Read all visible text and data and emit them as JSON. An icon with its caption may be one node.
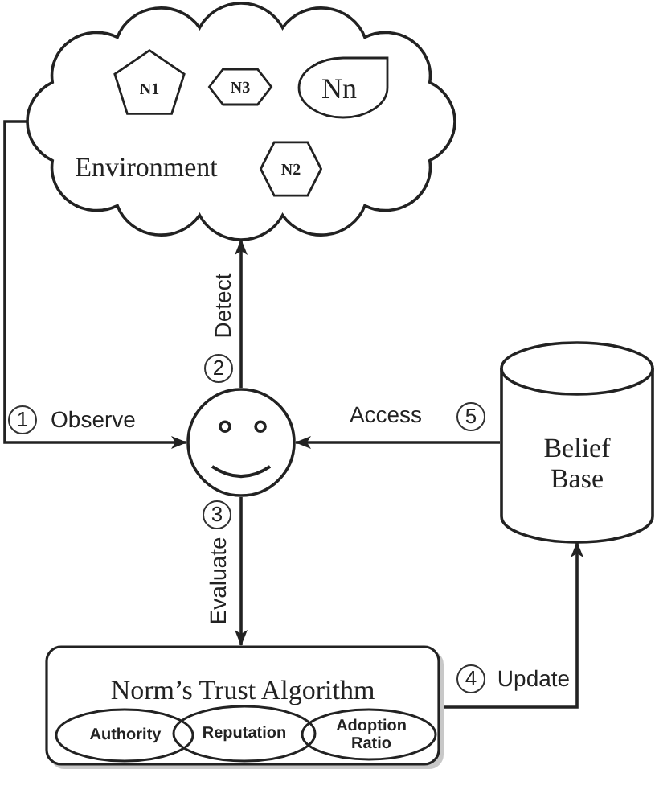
{
  "diagram": {
    "nodes": [
      {
        "text": [
          "Environment"
        ]
      },
      {
        "text": [
          "N1"
        ],
        "in": 0
      },
      {
        "text": [
          "N3"
        ],
        "in": 0
      },
      {
        "text": [
          "Nn"
        ],
        "in": 0
      },
      {
        "text": [
          "N2"
        ],
        "in": 0
      },
      {
        "text": [],
        "shape": "picture"
      },
      {
        "text": [
          "Belief Base"
        ]
      },
      {
        "text": [
          "Norm’s Trust Algorithm"
        ]
      },
      {
        "text": [
          "Authority"
        ],
        "in": 7
      },
      {
        "text": [
          "Reputation"
        ],
        "in": 7
      },
      {
        "text": [
          "Adoption Ratio"
        ],
        "in": 7
      }
    ],
    "edges": [
      {
        "from": 0,
        "to": 5,
        "arrow": "to",
        "label": "Observe"
      },
      {
        "from": 5,
        "to": 0,
        "arrow": "to",
        "label": "Detect"
      },
      {
        "from": 5,
        "to": 7,
        "arrow": "to",
        "label": "Evaluate"
      },
      {
        "from": 7,
        "to": 6,
        "arrow": "to",
        "label": "Update"
      },
      {
        "from": 6,
        "to": 5,
        "arrow": "to",
        "label": "Access"
      }
    ],
    "labels": [
      "1",
      "2",
      "3",
      "4",
      "5"
    ]
  }
}
